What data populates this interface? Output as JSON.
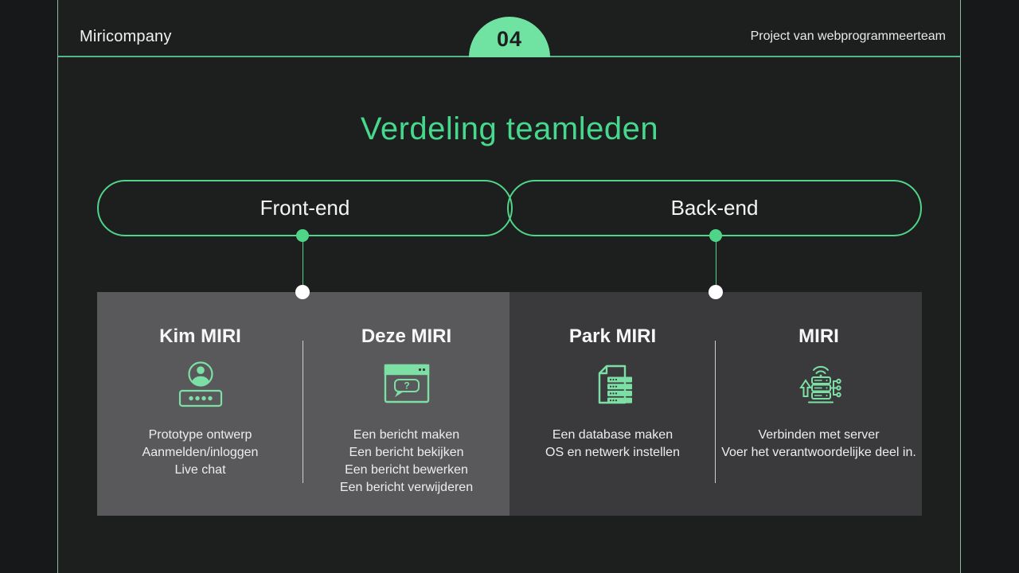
{
  "slide": {
    "header": {
      "company": "Miricompany",
      "page_number": "04",
      "project_label": "Project van webprogrammeerteam"
    },
    "title": "Verdeling teamleden",
    "groups": [
      {
        "label": "Front-end"
      },
      {
        "label": "Back-end"
      }
    ],
    "members": [
      {
        "name": "Kim MIRI",
        "icon": "user-login-icon",
        "tasks": [
          "Prototype ontwerp",
          "Aanmelden/inloggen",
          "Live chat"
        ]
      },
      {
        "name": "Deze MIRI",
        "icon": "browser-chat-icon",
        "tasks": [
          "Een bericht maken",
          "Een bericht bekijken",
          "Een bericht bewerken",
          "Een bericht verwijderen"
        ]
      },
      {
        "name": "Park MIRI",
        "icon": "document-server-icon",
        "tasks": [
          "Een database maken",
          "OS en netwerk instellen"
        ]
      },
      {
        "name": "MIRI",
        "icon": "server-network-icon",
        "tasks": [
          "Verbinden met server",
          "Voer het verantwoordelijke deel in."
        ]
      }
    ],
    "icon_glyphs": {
      "question_mark": "?"
    },
    "colors": {
      "accent_green": "#4fd588",
      "badge_green": "#70e3a2",
      "title_green": "#46d88c",
      "icon_green": "#7ce0a5",
      "panel_front_bg": "#59595c",
      "panel_back_bg": "#3a3a3d",
      "frame_line_green": "#9ed9bb",
      "background": "#1d1f1e"
    }
  }
}
